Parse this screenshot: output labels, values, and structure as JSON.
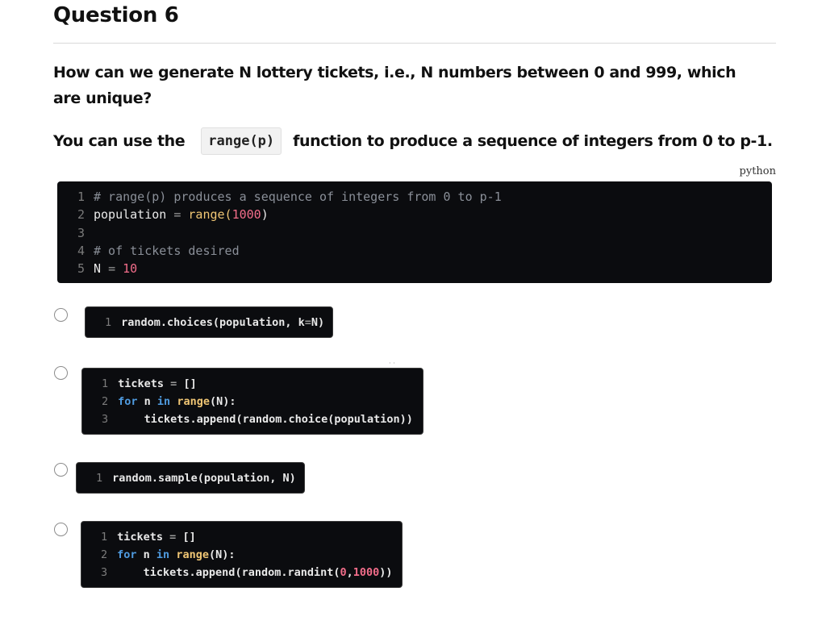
{
  "question": {
    "title": "Question 6",
    "text": "How can we generate N lottery tickets, i.e., N numbers between 0 and 999, which are unique?",
    "hint_prefix": "You can use the",
    "hint_code": "range(p)",
    "hint_suffix": "function to produce a sequence of integers from 0 to p-1."
  },
  "main_code": {
    "language": "python",
    "lines": [
      {
        "n": "1",
        "comment": "# range(p) produces a sequence of integers from 0 to p-1"
      },
      {
        "n": "2",
        "var": "population",
        "op": "=",
        "func": "range(",
        "num": "1000",
        "close": ")"
      },
      {
        "n": "3"
      },
      {
        "n": "4",
        "comment": "# of tickets desired"
      },
      {
        "n": "5",
        "var": "N",
        "op": "=",
        "num": "10"
      }
    ]
  },
  "options": [
    {
      "id": "A",
      "selected": false,
      "lines": [
        {
          "n": "1",
          "a": "random.choices(population, k",
          "op": "=",
          "b": "N)"
        }
      ]
    },
    {
      "id": "B",
      "selected": false,
      "lines": [
        {
          "n": "1",
          "a": "tickets ",
          "op": "=",
          "b": " []"
        },
        {
          "n": "2",
          "kw1": "for",
          "a": " n ",
          "kw2": "in",
          "bi": " range",
          "b": "(N):"
        },
        {
          "n": "3",
          "a": "    tickets.append(random.choice(population))"
        }
      ]
    },
    {
      "id": "C",
      "selected": false,
      "lines": [
        {
          "n": "1",
          "a": "random.sample(population, N)"
        }
      ]
    },
    {
      "id": "D",
      "selected": false,
      "lines": [
        {
          "n": "1",
          "a": "tickets ",
          "op": "=",
          "b": " []"
        },
        {
          "n": "2",
          "kw1": "for",
          "a": " n ",
          "kw2": "in",
          "bi": " range",
          "b": "(N):"
        },
        {
          "n": "3",
          "a": "    tickets.append(random.randint(",
          "num1": "0",
          "comma": ",",
          "num2": "1000",
          "c": "))"
        }
      ]
    }
  ],
  "colors": {
    "code_bg": "#0b0c0f",
    "comment": "#8a8f98",
    "number": "#f26d8a",
    "keyword": "#4f9be0",
    "builtin": "#f0c674"
  }
}
